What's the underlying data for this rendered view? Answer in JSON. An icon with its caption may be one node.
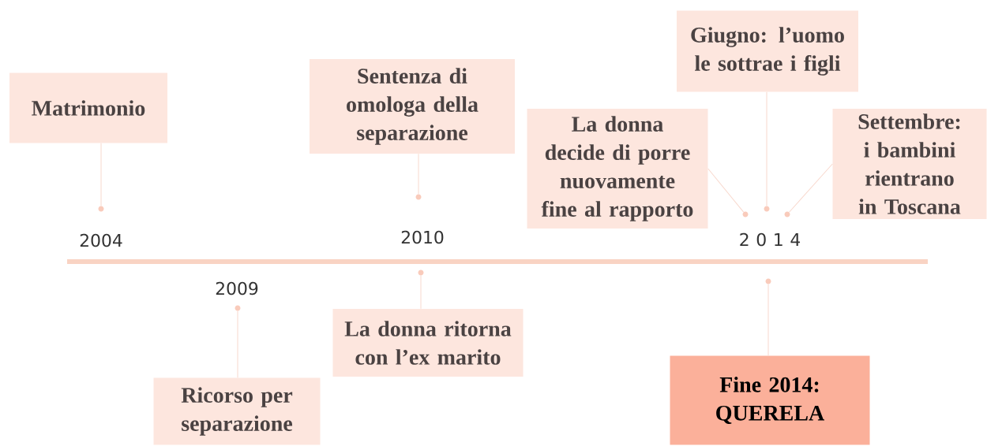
{
  "diagram": {
    "nodes": [
      {
        "text": [
          "Matrimonio"
        ]
      },
      {
        "text": [
          "Sentenza di omologa della separazione"
        ]
      },
      {
        "text": [
          "Giugno: l’uomo le sottrae i figli"
        ]
      },
      {
        "text": [
          "La donna decide di porre nuovamente fine al rapporto"
        ]
      },
      {
        "text": [
          "Settembre: i bambini rientrano in Toscana"
        ]
      },
      {
        "text": [
          "Ricorso per separazione"
        ]
      },
      {
        "text": [
          "La donna ritorna con l’ex marito"
        ]
      },
      {
        "text": [
          "Fine 2014: QUERELA"
        ]
      },
      {
        "text": [],
        "shape": "circle"
      },
      {
        "text": [],
        "shape": "circle"
      },
      {
        "text": [],
        "shape": "circle"
      },
      {
        "text": [],
        "shape": "circle"
      },
      {
        "text": [],
        "shape": "circle"
      },
      {
        "text": [],
        "shape": "circle"
      },
      {
        "text": [],
        "shape": "circle"
      },
      {
        "text": [],
        "shape": "circle"
      }
    ],
    "edges": [
      {
        "from": 0,
        "to": 8,
        "arrow": "none"
      },
      {
        "from": 1,
        "to": 9,
        "arrow": "none"
      },
      {
        "from": 2,
        "to": 11,
        "arrow": "none"
      },
      {
        "from": 3,
        "to": 10,
        "arrow": "none"
      },
      {
        "from": 4,
        "to": 12,
        "arrow": "none"
      },
      {
        "from": 5,
        "to": 13,
        "arrow": "none"
      },
      {
        "from": 6,
        "to": 14,
        "arrow": "none"
      },
      {
        "from": 7,
        "to": 15,
        "arrow": "none"
      }
    ],
    "labels": [
      "2004",
      "2010",
      "2 0 1 4",
      "2009"
    ]
  }
}
